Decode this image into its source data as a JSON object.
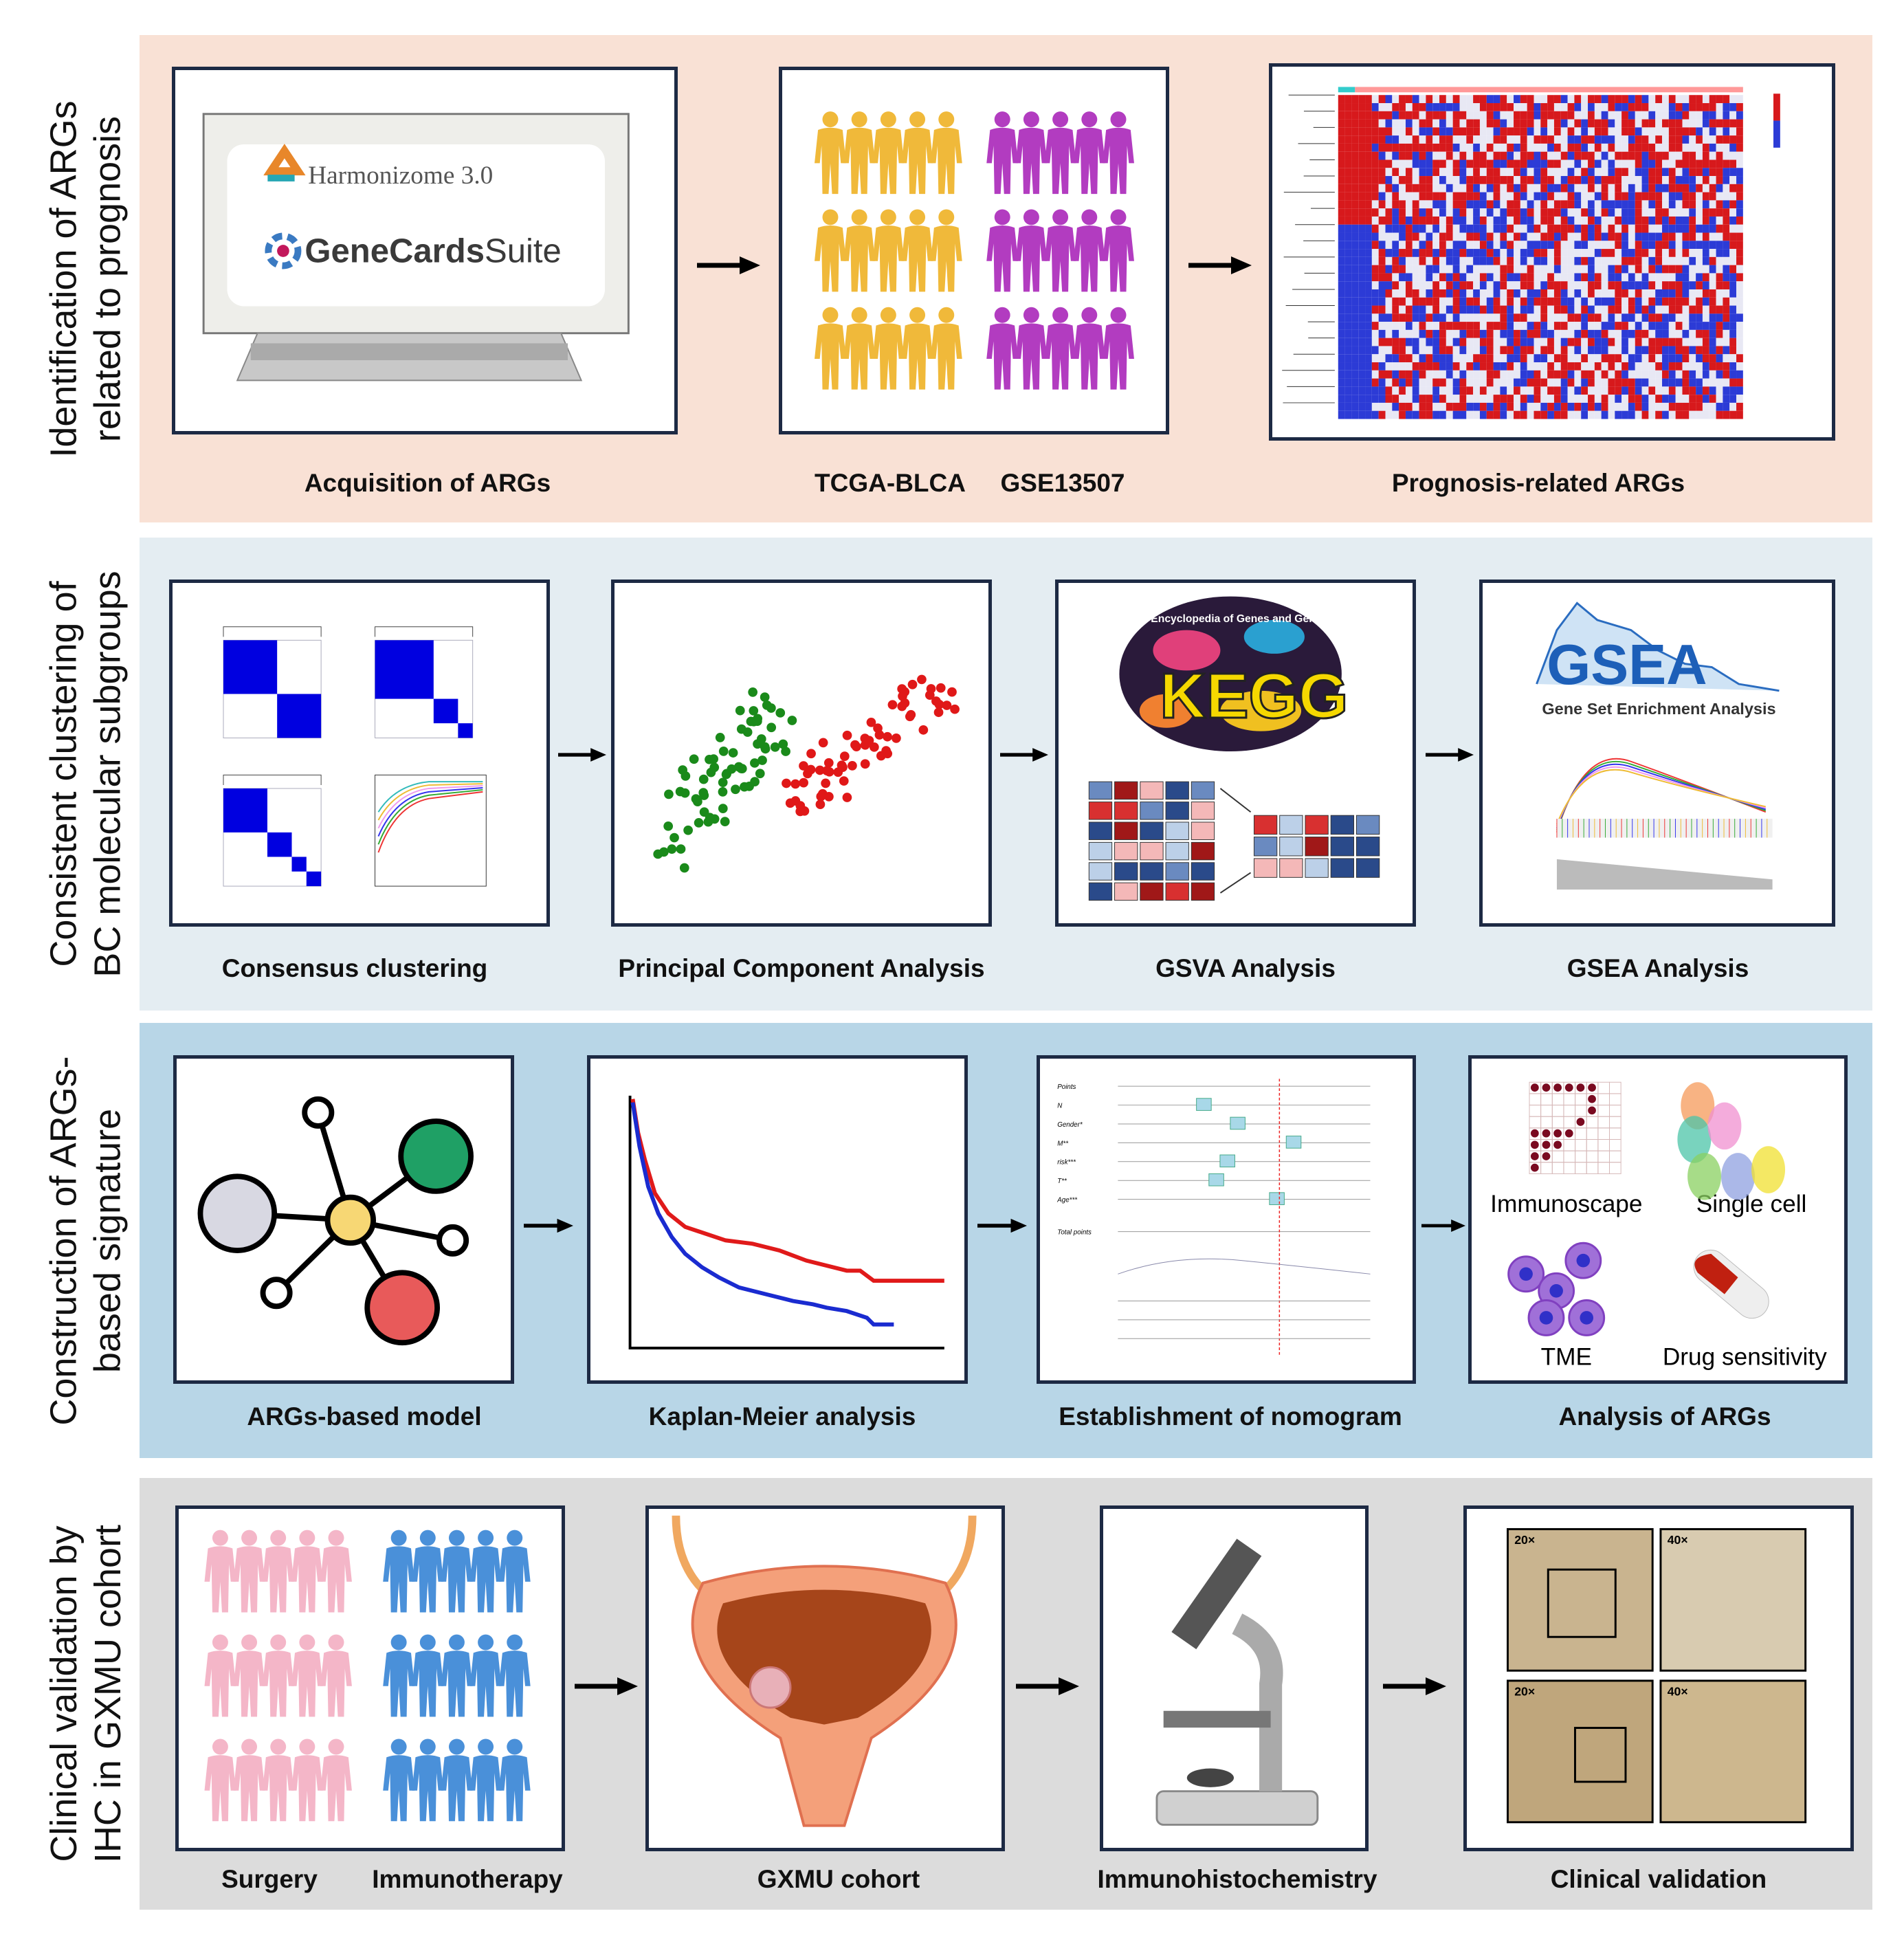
{
  "rows": [
    {
      "side": [
        "Identification of ARGs",
        "related to prognosis"
      ],
      "color": "#f9e1d5",
      "captions": [
        "Acquisition of ARGs",
        "TCGA-BLCA",
        "GSE13507",
        "Prognosis-related ARGs"
      ]
    },
    {
      "side": [
        "Consistent clustering of",
        "BC molecular subgroups"
      ],
      "color": "#e4edf2",
      "captions": [
        "Consensus clustering",
        "Principal Component Analysis",
        "GSVA Analysis",
        "GSEA Analysis"
      ]
    },
    {
      "side": [
        "Construction of ARGs-",
        "based signature"
      ],
      "color": "#b8d6e7",
      "captions": [
        "ARGs-based model",
        "Kaplan-Meier analysis",
        "Establishment of nomogram",
        "Analysis of ARGs"
      ]
    },
    {
      "side": [
        "Clinical validation by",
        "IHC in GXMU cohort"
      ],
      "color": "#dcdcdc",
      "captions": [
        "Surgery",
        "Immunotherapy",
        "GXMU cohort",
        "Immunohistochemistry",
        "Clinical validation"
      ]
    }
  ],
  "logos": {
    "harmonizome": "Harmonizome 3.0",
    "genecards_bold": "GeneCards",
    "genecards_light": "Suite",
    "kegg": "KEGG",
    "kegg_sub": "Kyoto Encyclopedia of Genes and Genomes",
    "gsea": "GSEA",
    "gsea_sub": "Gene Set Enrichment Analysis"
  },
  "analysis_items": [
    "Immunoscape",
    "Single cell",
    "TME",
    "Drug sensitivity"
  ],
  "nomogram": {
    "rows": [
      "Points",
      "N",
      "Gender*",
      "M**",
      "risk***",
      "T**",
      "Age***",
      "Total points"
    ]
  },
  "ihc": {
    "mag1": "20×",
    "mag2": "40×"
  },
  "colors": {
    "heat_red": "#d7191c",
    "heat_blue": "#2c3bd6",
    "km_red": "#e01a1a",
    "km_blue": "#1a2bd0",
    "yellow_people": "#f0b93a",
    "purple_people": "#b23cc0",
    "pink_people": "#f4b6c8",
    "blue_people": "#4a90d9"
  }
}
